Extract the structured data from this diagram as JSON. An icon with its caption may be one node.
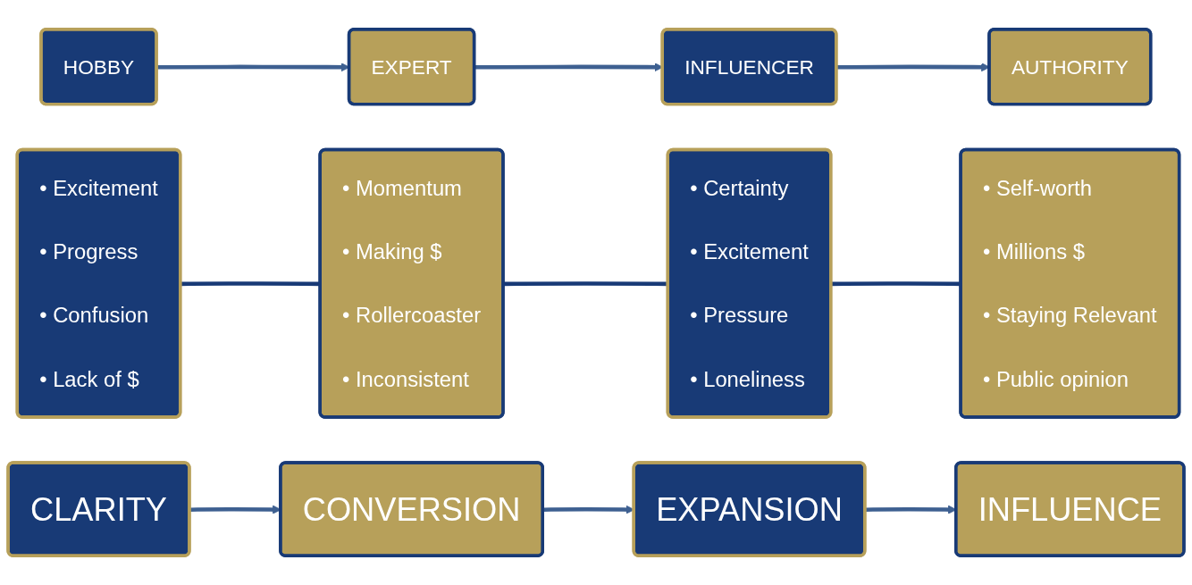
{
  "diagram": {
    "nodes": [
      {
        "text": [
          "HOBBY"
        ]
      },
      {
        "text": [
          "EXPERT"
        ]
      },
      {
        "text": [
          "INFLUENCER"
        ]
      },
      {
        "text": [
          "AUTHORITY"
        ]
      },
      {
        "text": [
          "• Excitement",
          "• Progress",
          "• Confusion",
          "• Lack of $"
        ]
      },
      {
        "text": [
          "• Momentum",
          "• Making $",
          "• Rollercoaster",
          "• Inconsistent"
        ]
      },
      {
        "text": [
          "• Certainty",
          "• Excitement",
          "• Pressure",
          "• Loneliness"
        ]
      },
      {
        "text": [
          "• Self-worth",
          "• Millions $",
          "• Staying Relevant",
          "• Public opinion"
        ]
      },
      {
        "text": [
          "CLARITY"
        ]
      },
      {
        "text": [
          "CONVERSION"
        ]
      },
      {
        "text": [
          "EXPANSION"
        ]
      },
      {
        "text": [
          "INFLUENCE"
        ]
      }
    ],
    "edges": [
      {
        "from": 0,
        "to": 1,
        "arrow": "to"
      },
      {
        "from": 1,
        "to": 2,
        "arrow": "to"
      },
      {
        "from": 2,
        "to": 3,
        "arrow": "to"
      },
      {
        "from": 4,
        "to": 5,
        "arrow": "none",
        "color": "#183a76"
      },
      {
        "from": 5,
        "to": 6,
        "arrow": "none",
        "color": "#183a76"
      },
      {
        "from": 6,
        "to": 7,
        "arrow": "none",
        "color": "#183a76"
      },
      {
        "from": 8,
        "to": 9,
        "arrow": "to"
      },
      {
        "from": 9,
        "to": 10,
        "arrow": "to"
      },
      {
        "from": 10,
        "to": 11,
        "arrow": "to"
      }
    ]
  }
}
